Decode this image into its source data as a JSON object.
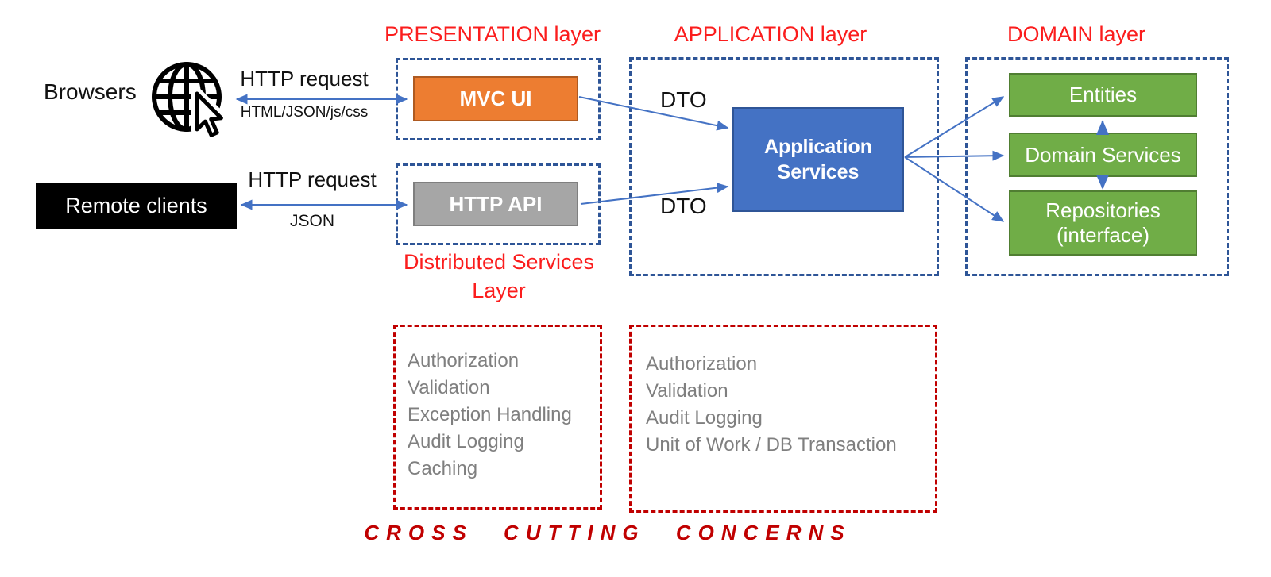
{
  "clients": {
    "browsers_label": "Browsers",
    "remote_clients_label": "Remote clients"
  },
  "connections": {
    "browser_http": {
      "label": "HTTP request",
      "sublabel": "HTML/JSON/js/css"
    },
    "remote_http": {
      "label": "HTTP request",
      "sublabel": "JSON"
    },
    "mvc_dto_label": "DTO",
    "api_dto_label": "DTO"
  },
  "presentation": {
    "title": "PRESENTATION layer",
    "mvc_ui_label": "MVC UI"
  },
  "distributed": {
    "title_line1": "Distributed Services",
    "title_line2": "Layer",
    "http_api_label": "HTTP API"
  },
  "application": {
    "title": "APPLICATION layer",
    "services_line1": "Application",
    "services_line2": "Services"
  },
  "domain": {
    "title": "DOMAIN layer",
    "entities_label": "Entities",
    "services_label": "Domain Services",
    "repositories_line1": "Repositories",
    "repositories_line2": "(interface)"
  },
  "cross_cutting": {
    "caption": "CROSS CUTTING CONCERNS",
    "distributed_concerns": [
      "Authorization",
      "Validation",
      "Exception Handling",
      "Audit Logging",
      "Caching"
    ],
    "application_concerns": [
      "Authorization",
      "Validation",
      "Audit Logging",
      "Unit of Work / DB Transaction"
    ]
  },
  "icons": {
    "globe_cursor": "globe-with-cursor"
  },
  "colors": {
    "layer_title_red": "#FB1D1D",
    "cross_cutting_red": "#C00000",
    "dashed_blue": "#2E5597",
    "arrow_blue": "#4472C4",
    "orange_fill": "#ED7D31",
    "orange_border": "#AE5A21",
    "gray_fill": "#A6A6A6",
    "gray_border": "#7F7F7F",
    "blue_fill": "#4472C4",
    "blue_border": "#2F5597",
    "green_fill": "#70AD47",
    "green_border": "#507E32",
    "concern_text_gray": "#7F7F7F"
  }
}
